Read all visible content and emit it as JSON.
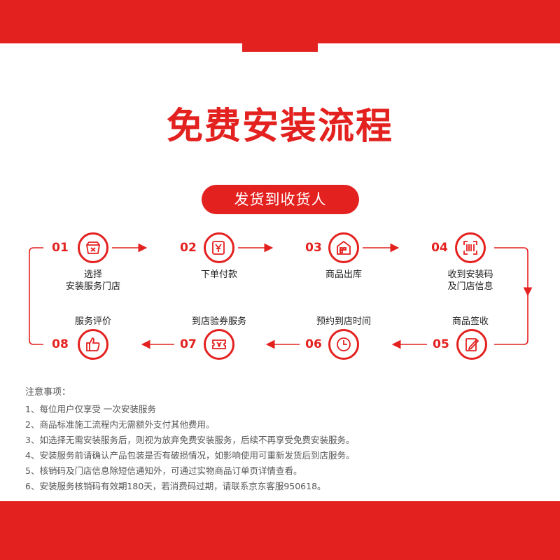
{
  "title": "免费安装流程",
  "subtitle": "发货到收货人",
  "steps": [
    {
      "num": "01",
      "label": "选择\n安装服务门店",
      "icon": "store-wrench-icon"
    },
    {
      "num": "02",
      "label": "下单付款",
      "icon": "yen-payment-icon"
    },
    {
      "num": "03",
      "label": "商品出库",
      "icon": "warehouse-icon"
    },
    {
      "num": "04",
      "label": "收到安装码\n及门店信息",
      "icon": "qr-code-icon"
    },
    {
      "num": "05",
      "label": "商品签收",
      "icon": "sign-document-icon"
    },
    {
      "num": "06",
      "label": "预约到店时间",
      "icon": "clock-icon"
    },
    {
      "num": "07",
      "label": "到店验券服务",
      "icon": "voucher-ticket-icon"
    },
    {
      "num": "08",
      "label": "服务评价",
      "icon": "thumbs-up-icon"
    }
  ],
  "notes": {
    "title": "注意事项：",
    "items": [
      "1、每位用户仅享受 一次安装服务",
      "2、商品标准施工流程内无需额外支付其他费用。",
      "3、如选择无需安装服务后，则视为放弃免费安装服务，后续不再享受免费安装服务。",
      "4、安装服务前请确认产品包装是否有破损情况，如影响使用可重新发货后到店服务。",
      "5、核销码及门店信息除短信通知外，可通过实物商品订单页详情查看。",
      "6、安装服务核销码有效期180天，若消费码过期，请联系京东客服950618。"
    ]
  },
  "colors": {
    "accent": "#e3211f",
    "text": "#222222",
    "note_text": "#555555"
  }
}
